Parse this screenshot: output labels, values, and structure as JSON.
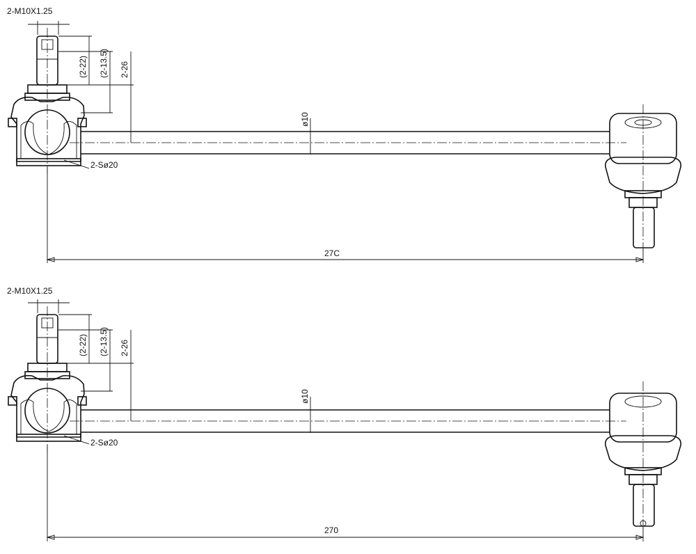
{
  "drawings": [
    {
      "thread_spec": "2-M10X1.25",
      "dim_stud": "(2-22)",
      "dim_shoulder": "(2-13.5)",
      "dim_height": "2-26",
      "rod_diameter": "ø10",
      "ball_diameter": "2-Sø20",
      "overall_length": "27C"
    },
    {
      "thread_spec": "2-M10X1.25",
      "dim_stud": "(2-22)",
      "dim_shoulder": "(2-13.5)",
      "dim_height": "2-26",
      "rod_diameter": "ø10",
      "ball_diameter": "2-Sø20",
      "overall_length": "270"
    }
  ]
}
